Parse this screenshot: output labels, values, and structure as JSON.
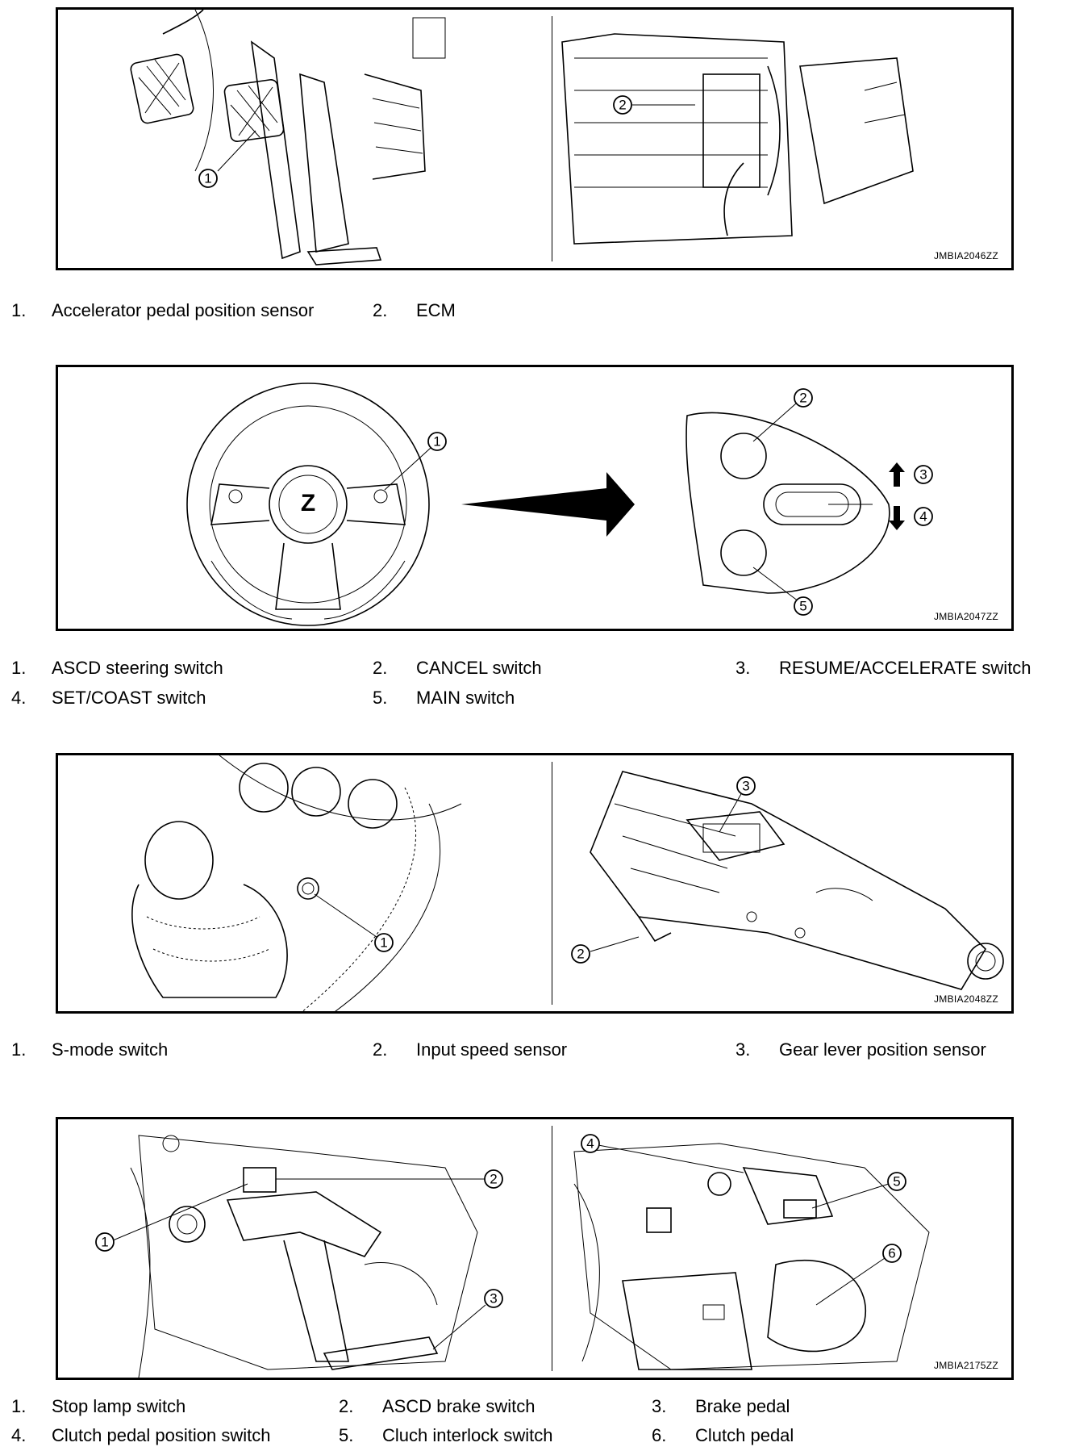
{
  "figures": [
    {
      "code": "JMBIA2046ZZ",
      "callouts": [
        "1",
        "2"
      ],
      "legend": [
        {
          "num": "1.",
          "label": "Accelerator pedal position sensor"
        },
        {
          "num": "2.",
          "label": "ECM"
        }
      ]
    },
    {
      "code": "JMBIA2047ZZ",
      "callouts": [
        "1",
        "2",
        "3",
        "4",
        "5"
      ],
      "legend": [
        {
          "num": "1.",
          "label": "ASCD steering switch"
        },
        {
          "num": "2.",
          "label": "CANCEL switch"
        },
        {
          "num": "3.",
          "label": "RESUME/ACCELERATE switch"
        },
        {
          "num": "4.",
          "label": "SET/COAST switch"
        },
        {
          "num": "5.",
          "label": "MAIN switch"
        }
      ]
    },
    {
      "code": "JMBIA2048ZZ",
      "callouts": [
        "1",
        "2",
        "3"
      ],
      "legend": [
        {
          "num": "1.",
          "label": "S-mode switch"
        },
        {
          "num": "2.",
          "label": "Input speed sensor"
        },
        {
          "num": "3.",
          "label": "Gear lever position sensor"
        }
      ]
    },
    {
      "code": "JMBIA2175ZZ",
      "callouts": [
        "1",
        "2",
        "3",
        "4",
        "5",
        "6"
      ],
      "legend": [
        {
          "num": "1.",
          "label": "Stop lamp switch"
        },
        {
          "num": "2.",
          "label": "ASCD brake switch"
        },
        {
          "num": "3.",
          "label": "Brake pedal"
        },
        {
          "num": "4.",
          "label": "Clutch pedal position switch"
        },
        {
          "num": "5.",
          "label": "Cluch interlock switch"
        },
        {
          "num": "6.",
          "label": "Clutch pedal"
        }
      ]
    }
  ]
}
